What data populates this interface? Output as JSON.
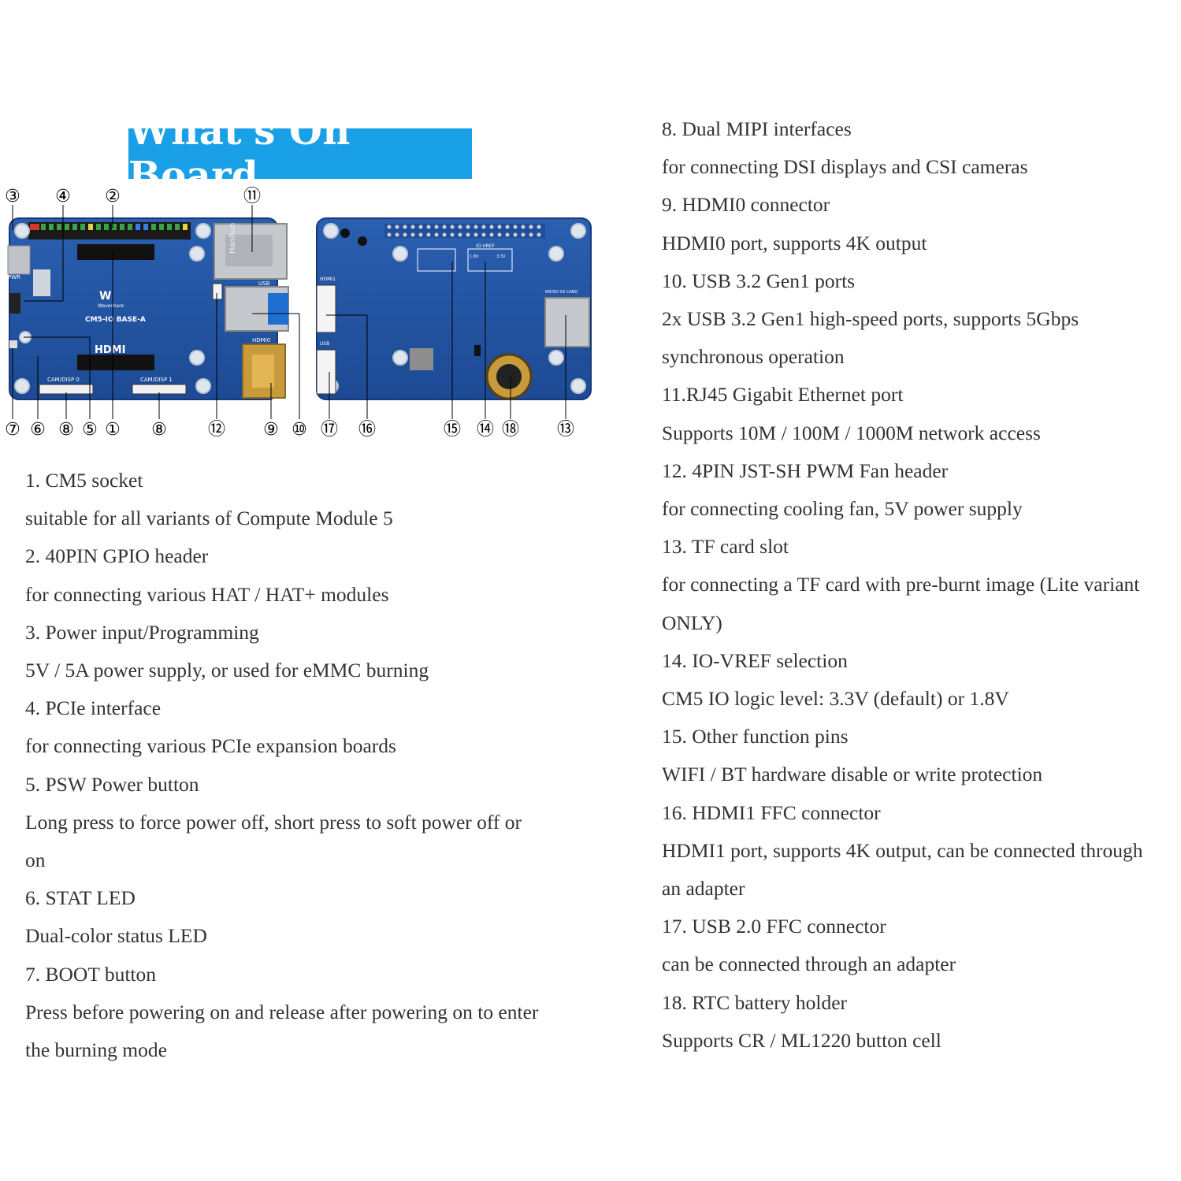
{
  "banner": {
    "title": "What's On Board"
  },
  "board": {
    "callouts": [
      "③",
      "④",
      "②",
      "⑪",
      "⑦",
      "⑥",
      "⑧",
      "⑤",
      "①",
      "⑧",
      "⑫",
      "⑨",
      "⑩",
      "⑰",
      "⑯",
      "⑮",
      "⑭",
      "⑱",
      "⑬"
    ],
    "silkscreen": {
      "pwr": "PWR",
      "model": "CM5-IO BASE-A",
      "brand": "Waveshare",
      "hdmi_logo": "HDMI",
      "cam0": "CAM/DISP 0",
      "cam1": "CAM/DISP 1",
      "usb": "USB",
      "hdmi0": "HDMI0",
      "hdmi1": "HDMI1",
      "usb_back": "USB",
      "sd": "MICRO SD CARD",
      "ioref": "IO-VREF",
      "v33": "3.3V",
      "v18": "1.8V",
      "rj45": "HanRun"
    }
  },
  "features": [
    {
      "title": "1. CM5 socket",
      "desc": [
        "suitable for all variants of Compute Module 5"
      ]
    },
    {
      "title": "2. 40PIN GPIO header",
      "desc": [
        "for connecting various HAT / HAT+ modules"
      ]
    },
    {
      "title": "3. Power input/Programming",
      "desc": [
        "5V / 5A power supply, or used for eMMC burning"
      ]
    },
    {
      "title": "4. PCIe interface",
      "desc": [
        "for connecting various PCIe expansion boards"
      ]
    },
    {
      "title": "5. PSW Power button",
      "desc": [
        "Long press to force power off, short press to soft power off or",
        "on"
      ]
    },
    {
      "title": "6. STAT LED",
      "desc": [
        "Dual-color status LED"
      ]
    },
    {
      "title": "7. BOOT button",
      "desc": [
        "Press before powering on and release after powering on to enter",
        "the burning mode"
      ]
    },
    {
      "title": "8. Dual MIPI interfaces",
      "desc": [
        "for connecting DSI displays and CSI cameras"
      ]
    },
    {
      "title": "9. HDMI0 connector",
      "desc": [
        "HDMI0 port, supports 4K output"
      ]
    },
    {
      "title": "10. USB 3.2 Gen1 ports",
      "desc": [
        "2x USB 3.2 Gen1 high-speed ports, supports 5Gbps",
        "synchronous operation"
      ]
    },
    {
      "title": "11.RJ45 Gigabit Ethernet port",
      "desc": [
        "Supports 10M / 100M / 1000M network access"
      ]
    },
    {
      "title": "12. 4PIN JST-SH PWM Fan header",
      "desc": [
        "for connecting cooling fan, 5V power supply"
      ]
    },
    {
      "title": "13. TF card slot",
      "desc": [
        "for connecting a TF card with pre-burnt image (Lite variant",
        "ONLY)"
      ]
    },
    {
      "title": "14. IO-VREF selection",
      "desc": [
        "CM5 IO logic level: 3.3V (default) or 1.8V"
      ]
    },
    {
      "title": "15. Other function pins",
      "desc": [
        "WIFI / BT hardware disable or write protection"
      ]
    },
    {
      "title": "16. HDMI1 FFC connector",
      "desc": [
        "HDMI1 port, supports 4K output, can be connected through",
        "an adapter"
      ]
    },
    {
      "title": "17. USB 2.0 FFC connector",
      "desc": [
        "can be connected through an adapter"
      ]
    },
    {
      "title": "18. RTC battery holder",
      "desc": [
        "Supports CR / ML1220 button cell"
      ]
    }
  ]
}
